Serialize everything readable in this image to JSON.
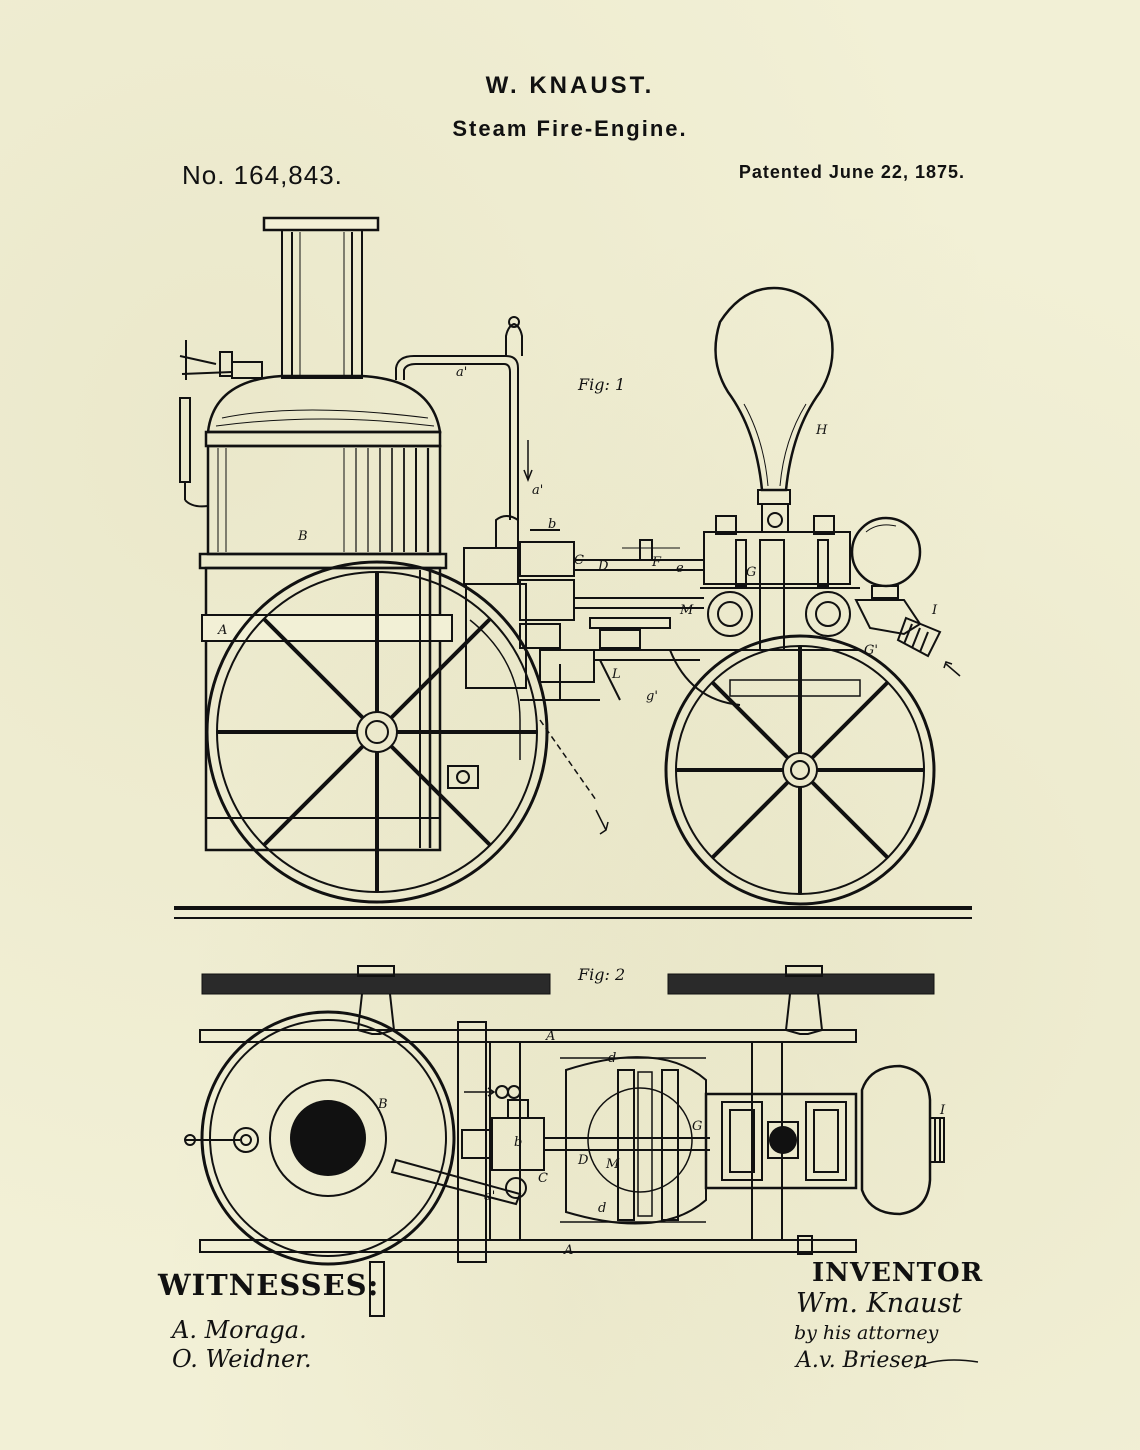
{
  "header": {
    "inventor_name": "W. KNAUST.",
    "title": "Steam Fire-Engine.",
    "patent_number": "No. 164,843.",
    "patent_date": "Patented June 22, 1875."
  },
  "figures": {
    "fig1": {
      "caption": "Fig: 1",
      "labels": {
        "B": "B",
        "A": "A",
        "a1_top": "a'",
        "a1_side": "a'",
        "b": "b",
        "C": "C",
        "D": "D",
        "F": "F",
        "e": "e",
        "H": "H",
        "G": "G",
        "I": "I",
        "G1": "G'",
        "M": "M",
        "g1": "g'",
        "L": "L"
      }
    },
    "fig2": {
      "caption": "Fig: 2",
      "labels": {
        "B": "B",
        "A_top": "A",
        "A_bottom": "A",
        "a1": "a'",
        "b": "b",
        "C": "C",
        "D": "D",
        "M": "M",
        "G": "G",
        "I": "I",
        "d_top": "d",
        "d_bottom": "d"
      }
    }
  },
  "signatures": {
    "witnesses_heading": "WITNESSES:",
    "witness_1": "A. Moraga.",
    "witness_2": "O. Weidner.",
    "inventor_heading": "INVENTOR",
    "inventor_signature": "Wm. Knaust",
    "attorney_line": "by his attorney",
    "attorney_signature": "A.v. Briesen"
  }
}
